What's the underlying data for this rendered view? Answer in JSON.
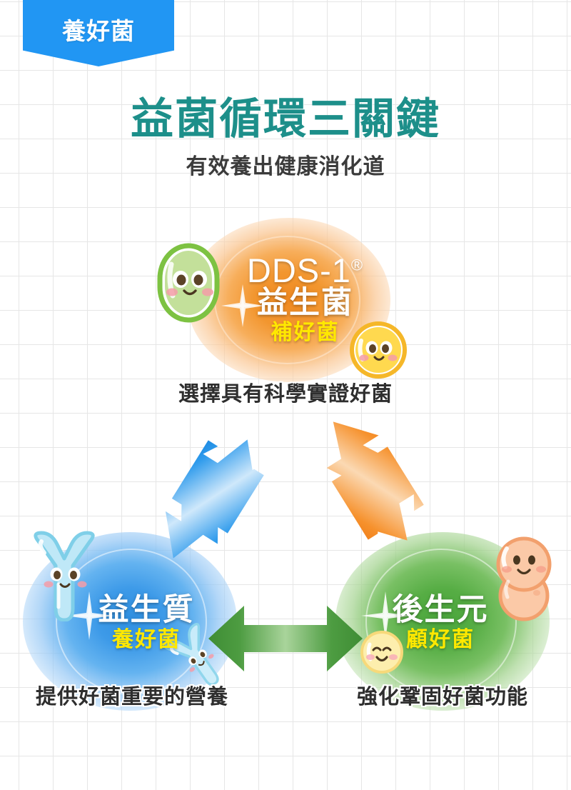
{
  "banner": {
    "label": "養好菌"
  },
  "headline": {
    "title": "益菌循環三關鍵",
    "subtitle": "有效養出健康消化道"
  },
  "nodes": {
    "top": {
      "name": "probiotic",
      "brand": "DDS-1",
      "trademark": "®",
      "title": "益生菌",
      "tag": "補好菌",
      "caption": "選擇具有科學實證好菌",
      "glow_color": "#f08a22"
    },
    "left": {
      "name": "prebiotic",
      "title": "益生質",
      "tag": "養好菌",
      "caption": "提供好菌重要的營養",
      "glow_color": "#2f8fe0"
    },
    "right": {
      "name": "postbiotic",
      "title": "後生元",
      "tag": "顧好菌",
      "caption": "強化鞏固好菌功能",
      "glow_color": "#4aa53c"
    }
  },
  "arrows": [
    {
      "id": "left-top",
      "color": "#2196f3",
      "double_headed": true
    },
    {
      "id": "top-right",
      "color": "#f58220",
      "double_headed": true
    },
    {
      "id": "left-right",
      "color": "#4a9e3f",
      "double_headed": true
    }
  ],
  "mascots": [
    {
      "id": "green-rod",
      "icon": "bacteria-rod-icon",
      "color": "#b9e08a"
    },
    {
      "id": "yellow-round",
      "icon": "bacteria-round-icon",
      "color": "#ffd84d"
    },
    {
      "id": "blue-y-large",
      "icon": "bacteria-y-icon",
      "color": "#a9e1f5"
    },
    {
      "id": "blue-y-small",
      "icon": "bacteria-y-small-icon",
      "color": "#b6e4f7"
    },
    {
      "id": "peach-pair",
      "icon": "bacteria-diplococcus-icon",
      "color": "#f8c3a0"
    },
    {
      "id": "yellow-smile",
      "icon": "bacteria-smile-icon",
      "color": "#fbe9a4"
    }
  ],
  "theme": {
    "title_color": "#1d8f8a",
    "subtitle_color": "#3b3b3b",
    "banner_color": "#2196f3",
    "tag_color": "#ffe800",
    "grid_color": "#e6e6e6"
  }
}
